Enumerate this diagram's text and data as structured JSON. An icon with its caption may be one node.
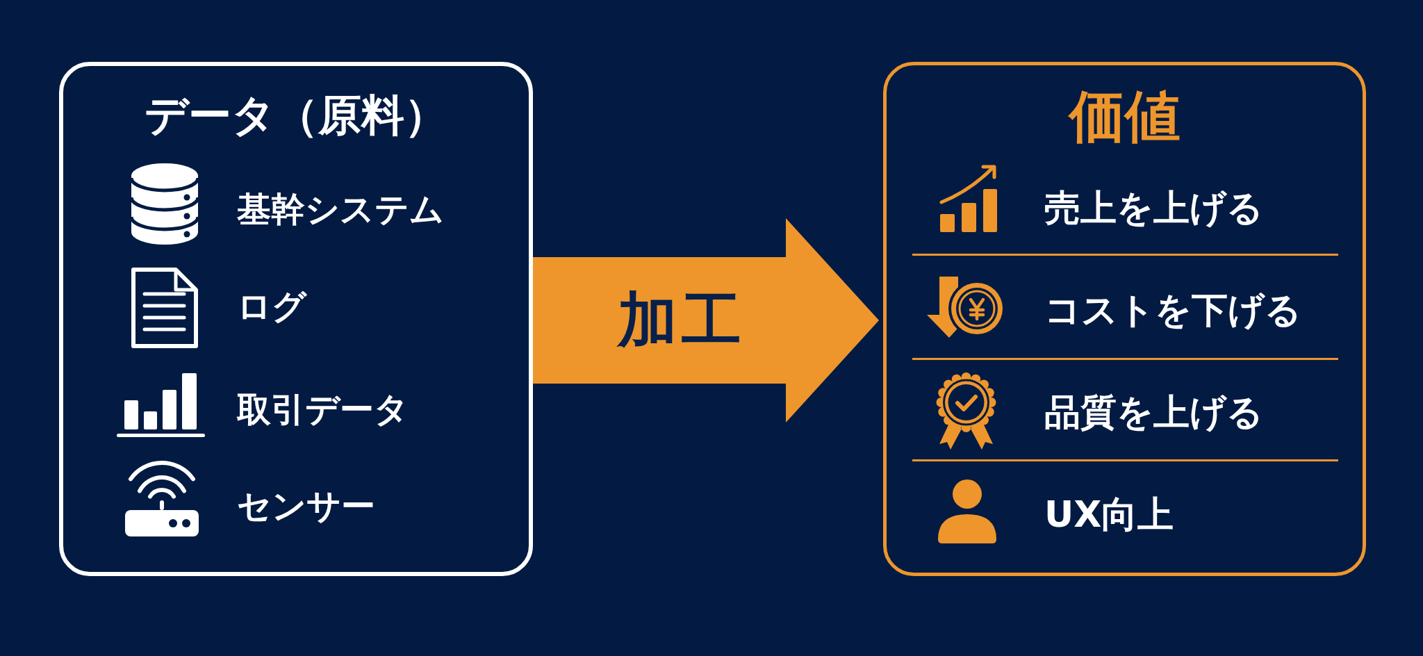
{
  "diagram": {
    "nodes": [
      {
        "text": [
          "データ（原料）",
          "基幹システム",
          "ログ",
          "取引データ",
          "センサー"
        ]
      },
      {
        "text": [
          "価値",
          "売上を上げる",
          "コストを下げる",
          "品質を上げる",
          "UX向上"
        ]
      }
    ],
    "edges": [
      {
        "from": 0,
        "to": 1,
        "arrow": "to",
        "label": "加工",
        "style": "thick"
      }
    ]
  }
}
